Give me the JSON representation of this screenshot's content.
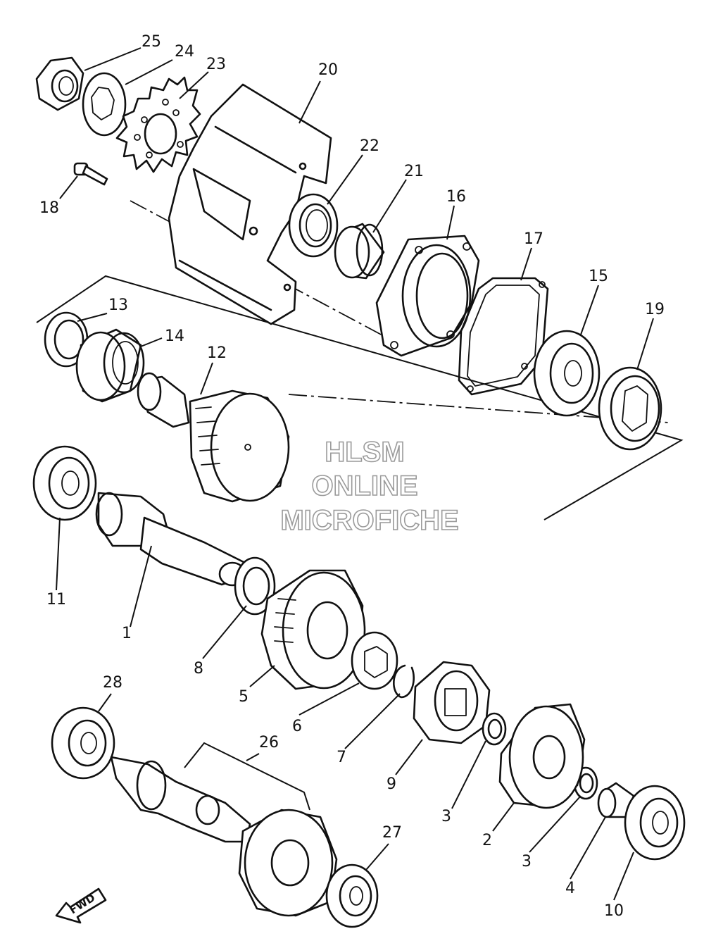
{
  "diagram": {
    "callouts": [
      {
        "id": "25",
        "text": "25"
      },
      {
        "id": "24",
        "text": "24"
      },
      {
        "id": "23",
        "text": "23"
      },
      {
        "id": "20",
        "text": "20"
      },
      {
        "id": "22",
        "text": "22"
      },
      {
        "id": "21",
        "text": "21"
      },
      {
        "id": "16",
        "text": "16"
      },
      {
        "id": "17",
        "text": "17"
      },
      {
        "id": "15",
        "text": "15"
      },
      {
        "id": "19",
        "text": "19"
      },
      {
        "id": "18",
        "text": "18"
      },
      {
        "id": "13",
        "text": "13"
      },
      {
        "id": "14",
        "text": "14"
      },
      {
        "id": "12",
        "text": "12"
      },
      {
        "id": "11",
        "text": "11"
      },
      {
        "id": "1",
        "text": "1"
      },
      {
        "id": "8",
        "text": "8"
      },
      {
        "id": "5",
        "text": "5"
      },
      {
        "id": "6",
        "text": "6"
      },
      {
        "id": "7",
        "text": "7"
      },
      {
        "id": "9",
        "text": "9"
      },
      {
        "id": "3a",
        "text": "3"
      },
      {
        "id": "2",
        "text": "2"
      },
      {
        "id": "3b",
        "text": "3"
      },
      {
        "id": "4",
        "text": "4"
      },
      {
        "id": "10",
        "text": "10"
      },
      {
        "id": "28",
        "text": "28"
      },
      {
        "id": "26",
        "text": "26"
      },
      {
        "id": "27",
        "text": "27"
      }
    ],
    "fwd_label": "FWD"
  },
  "watermark": {
    "line1": "HLSM",
    "line2": "ONLINE",
    "line3": "MICROFICHE"
  },
  "colors": {
    "ink": "#111111",
    "background": "#ffffff",
    "watermark_outline": "#9a9a9a"
  }
}
